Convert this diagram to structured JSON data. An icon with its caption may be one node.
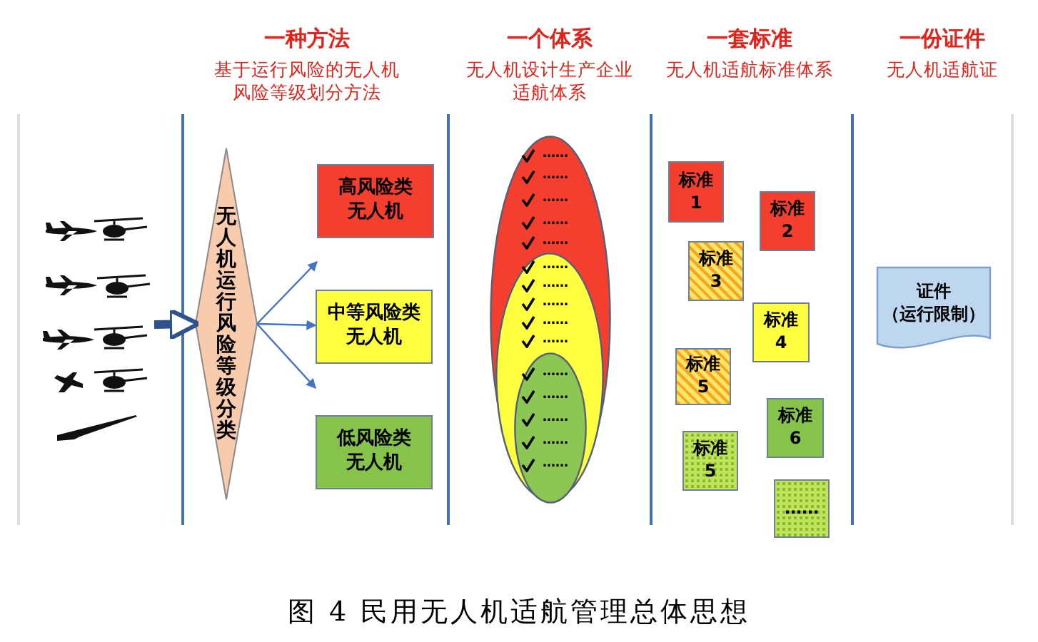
{
  "diagram": {
    "caption": "图 4 民用无人机适航管理总体思想",
    "nodes": [
      {
        "text": [],
        "shape": "picture"
      },
      {
        "text": [
          "无人机运行风险等级分类"
        ]
      },
      {
        "text": [
          "高风险类无人机"
        ]
      },
      {
        "text": [
          "中等风险类无人机"
        ]
      },
      {
        "text": [
          "低风险类无人机"
        ]
      },
      {
        "text": [
          "……",
          "……",
          "……",
          "……",
          "……"
        ]
      },
      {
        "text": [
          "……",
          "……",
          "……",
          "……",
          "……"
        ],
        "in": 5
      },
      {
        "text": [
          "……",
          "……",
          "……",
          "……",
          "……"
        ],
        "in": 6
      },
      {
        "text": [
          "标准1"
        ]
      },
      {
        "text": [
          "标准2"
        ]
      },
      {
        "text": [
          "标准3"
        ]
      },
      {
        "text": [
          "标准4"
        ]
      },
      {
        "text": [
          "标准5"
        ]
      },
      {
        "text": [
          "标准6"
        ]
      },
      {
        "text": [
          "标准5"
        ]
      },
      {
        "text": [
          "……"
        ]
      },
      {
        "text": [
          "证件（运行限制）"
        ]
      }
    ],
    "edges": [
      {
        "from": 0,
        "to": 1,
        "arrow": "to",
        "style": "thick"
      },
      {
        "from": 1,
        "to": 2,
        "arrow": "to"
      },
      {
        "from": 1,
        "to": 3,
        "arrow": "to"
      },
      {
        "from": 1,
        "to": 4,
        "arrow": "to"
      }
    ],
    "labels": [
      "一种方法",
      "基于运行风险的无人机风险等级划分方法",
      "一个体系",
      "无人机设计生产企业适航体系",
      "一套标准",
      "无人机适航标准体系",
      "一份证件",
      "无人机适航证"
    ]
  }
}
